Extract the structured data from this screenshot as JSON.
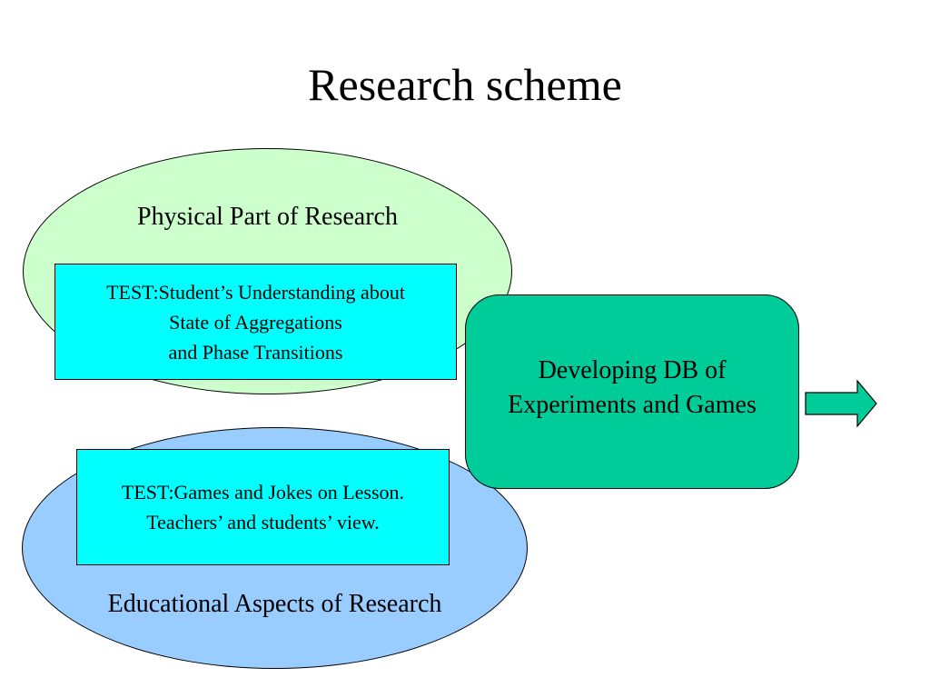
{
  "slide": {
    "title": "Research scheme"
  },
  "colors": {
    "physical_fill": "#ccffcc",
    "educational_fill": "#99ccff",
    "test_box_fill": "#00ffff",
    "developing_fill": "#00cc99",
    "arrow_fill": "#00cc99",
    "outline": "#000000"
  },
  "diagram": {
    "physical_part": {
      "label": "Physical Part of Research",
      "test_box": {
        "lines": [
          "TEST:Student’s Understanding about",
          "State of Aggregations",
          "and Phase Transitions"
        ]
      }
    },
    "educational_aspects": {
      "label": "Educational Aspects of Research",
      "test_box": {
        "lines": [
          "TEST:Games and Jokes on Lesson.",
          "Teachers’ and students’ view."
        ]
      }
    },
    "developing_box": {
      "lines": [
        "Developing  DB of",
        "Experiments and Games"
      ]
    },
    "arrow": {
      "direction": "right",
      "icon": "right-arrow-icon"
    }
  }
}
